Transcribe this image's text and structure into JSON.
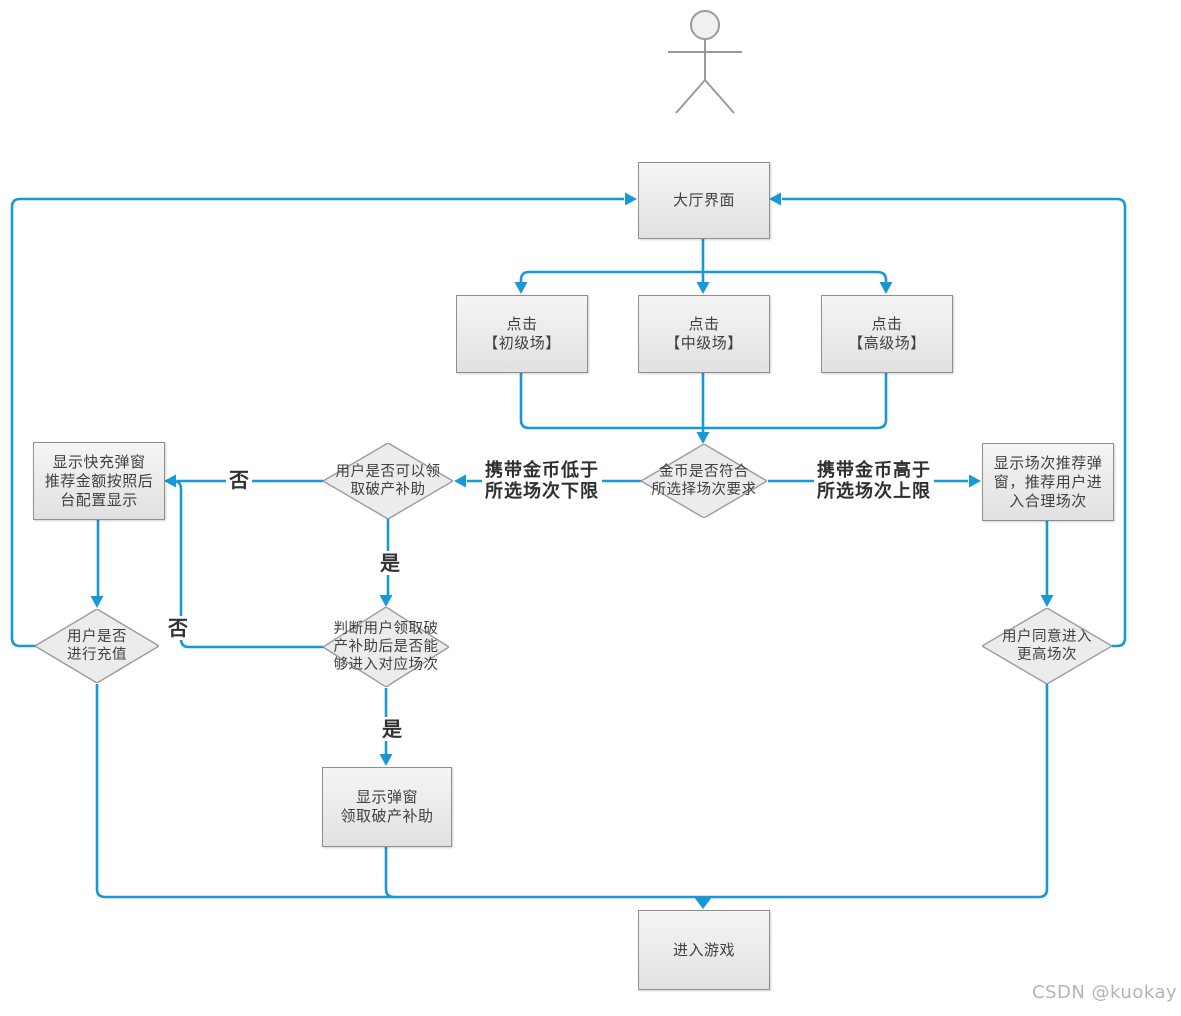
{
  "nodes": {
    "lobby": {
      "label": "大厅界面"
    },
    "click_beginner": {
      "label": "点击\n【初级场】"
    },
    "click_intermediate": {
      "label": "点击\n【中级场】"
    },
    "click_advanced": {
      "label": "点击\n【高级场】"
    },
    "coin_check": {
      "label": "金币是否符合\n所选择场次要求"
    },
    "bankruptcy_check": {
      "label": "用户是否可以领\n取破产补助"
    },
    "quick_recharge_popup": {
      "label": "显示快充弹窗\n推荐金额按照后\n台配置显示"
    },
    "recommend_popup": {
      "label": "显示场次推荐弹\n窗，推荐用户进\n入合理场次"
    },
    "recharge_check": {
      "label": "用户是否\n进行充值"
    },
    "subsidy_entry_check": {
      "label": "判断用户领取破\n产补助后是否能\n够进入对应场次"
    },
    "subsidy_popup": {
      "label": "显示弹窗\n领取破产补助"
    },
    "agree_check": {
      "label": "用户同意进入\n更高场次"
    },
    "enter_game": {
      "label": "进入游戏"
    }
  },
  "edge_labels": {
    "below_limit": "携带金币低于\n所选场次下限",
    "above_limit": "携带金币高于\n所选场次上限",
    "no_bankruptcy": "否",
    "no_entry": "否",
    "yes_bankruptcy": "是",
    "yes_entry": "是"
  },
  "colors": {
    "connector_blue": "#1898d5",
    "shape_border": "#8f8f8f",
    "shape_fill": "#ececec",
    "text": "#404040"
  },
  "watermark": "CSDN @kuokay"
}
